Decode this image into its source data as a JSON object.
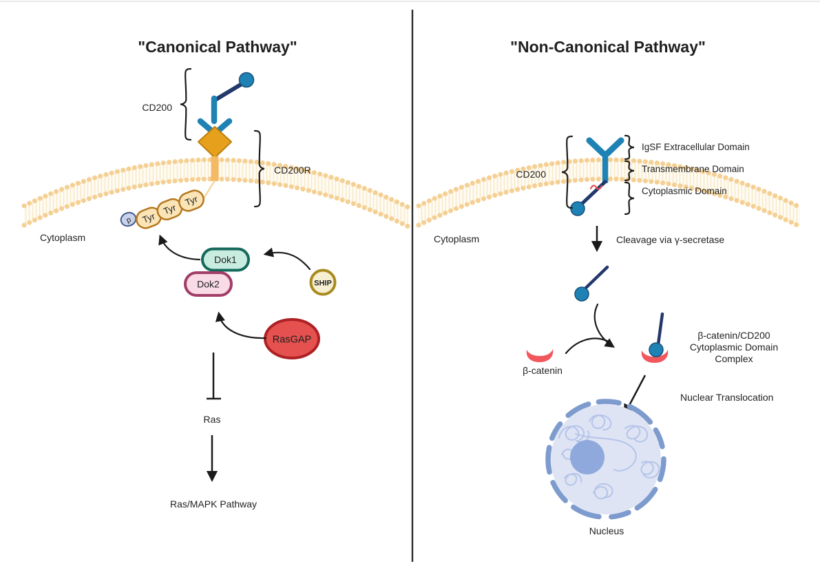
{
  "left": {
    "title": "\"Canonical Pathway\"",
    "cd200_label": "CD200",
    "cd200r_label": "CD200R",
    "cytoplasm_label": "Cytoplasm",
    "phospho_label": "p",
    "tyr1": "Tyr",
    "tyr2": "Tyr",
    "tyr3": "Tyr",
    "dok1_label": "Dok1",
    "dok2_label": "Dok2",
    "ship_label": "SHIP",
    "rasgap_label": "RasGAP",
    "ras_label": "Ras",
    "ras_mapk_label": "Ras/MAPK Pathway"
  },
  "right": {
    "title": "\"Non-Canonical Pathway\"",
    "cd200_label": "CD200",
    "domain_igsf": "IgSF Extracellular Domain",
    "domain_transmembrane": "Transmembrane Domain",
    "domain_cytoplasmic": "Cytoplasmic Domain",
    "cytoplasm_label": "Cytoplasm",
    "cleavage_label": "Cleavage via γ-secretase",
    "beta_catenin_label": "β-catenin",
    "complex_line1": "β-catenin/CD200",
    "complex_line2": "Cytoplasmic Domain",
    "complex_line3": "Complex",
    "nuclear_translocation_label": "Nuclear Translocation",
    "nucleus_label": "Nucleus"
  },
  "colors": {
    "teal_blue": "#1E82B5",
    "navy": "#23386B",
    "orange_diamond": "#E6A01B",
    "orange_diamond_border": "#BC7F0F",
    "transmembrane_bar": "#F5B963",
    "membrane_bead": "#F5D094",
    "membrane_band": "#FFFCF4",
    "tyr_fill": "#FBE5B7",
    "tyr_border": "#B5771E",
    "phospho_fill": "#C8D1EA",
    "phospho_border": "#44598F",
    "dok1_fill": "#C9ECE0",
    "dok1_border": "#15695B",
    "dok2_fill": "#F8DBE7",
    "dok2_border": "#A13D68",
    "ship_fill": "#F6EFD1",
    "ship_border": "#A88A1E",
    "rasgap_fill": "#E4514F",
    "rasgap_border": "#AD2024",
    "beta_catenin_red": "#F2575D",
    "nucleus_fill": "#DEE4F4",
    "nucleus_border": "#7E9BCE",
    "nucleolus": "#8FA9DC",
    "chromatin": "#B5C4E9",
    "arrow_black": "#1a1a1a",
    "divider": "#2b2b2b"
  }
}
